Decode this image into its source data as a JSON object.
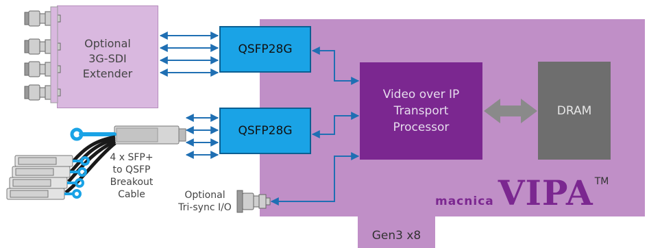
{
  "extender": {
    "label": "Optional\n3G-SDI\nExtender"
  },
  "qsfp_top": {
    "label": "QSFP28G"
  },
  "qsfp_bottom": {
    "label": "QSFP28G"
  },
  "processor": {
    "label": "Video over IP\nTransport\nProcessor"
  },
  "dram": {
    "label": "DRAM"
  },
  "breakout": {
    "label": "4 x SFP+\nto QSFP\nBreakout\nCable"
  },
  "trisync": {
    "label": "Optional\nTri-sync I/O"
  },
  "pcie": {
    "label": "Gen3 x8"
  },
  "logo": {
    "brand": "macnica",
    "product": "VIPA",
    "tm": "TM"
  },
  "colors": {
    "board": "#c08fc7",
    "extender": "#d9b8df",
    "qsfp": "#1aa3e6",
    "processor": "#7b2790",
    "dram": "#6e6e6e",
    "arrow": "#1f6fb3",
    "memory_arrow": "#8a8a8a"
  }
}
